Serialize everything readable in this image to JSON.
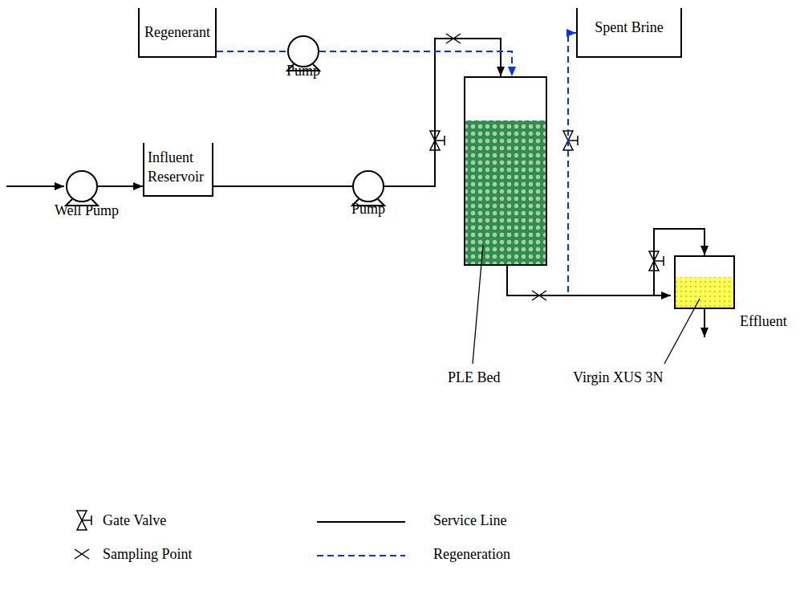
{
  "diagram": {
    "nodes": [
      {
        "text": [
          "Regenerant"
        ]
      },
      {
        "text": [
          "Pump"
        ]
      },
      {
        "text": [
          "Spent Brine"
        ]
      },
      {
        "text": [
          "Well Pump"
        ]
      },
      {
        "text": [
          "Influent Reservoir"
        ]
      },
      {
        "text": [
          "Pump"
        ]
      },
      {
        "text": [
          "PLE Bed"
        ]
      },
      {
        "text": [
          "Virgin XUS 3N"
        ]
      }
    ],
    "edges": [
      {
        "from": 3,
        "to": 4,
        "arrow": "to"
      },
      {
        "from": 4,
        "to": 5,
        "arrow": "none"
      },
      {
        "from": 5,
        "to": 6,
        "arrow": "to"
      },
      {
        "from": 0,
        "to": 1,
        "arrow": "none"
      },
      {
        "from": 1,
        "to": 6,
        "arrow": "to"
      },
      {
        "from": 6,
        "to": 2,
        "arrow": "to"
      },
      {
        "from": 6,
        "to": 7,
        "arrow": "to"
      }
    ],
    "labels": [
      "Effluent"
    ],
    "legend": [
      {
        "text": "Gate Valve"
      },
      {
        "text": "Sampling Point"
      },
      {
        "text": "Service Line"
      },
      {
        "text": "Regeneration"
      }
    ]
  }
}
